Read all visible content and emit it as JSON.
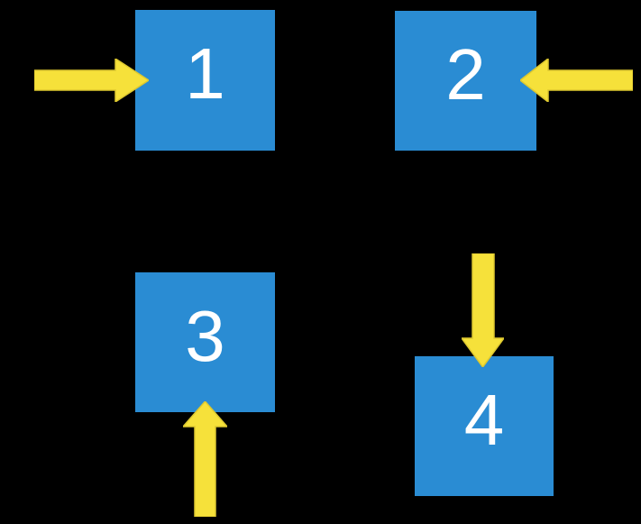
{
  "canvas": {
    "background": "#000000"
  },
  "colors": {
    "square_fill": "#2A8CD3",
    "arrow_fill": "#F6E13A",
    "arrow_stroke": "#DDC82F",
    "number_color": "#FFFFFF"
  },
  "squares": [
    {
      "label": "1",
      "arrow_direction": "right",
      "arrow_enters_from": "left"
    },
    {
      "label": "2",
      "arrow_direction": "left",
      "arrow_enters_from": "right"
    },
    {
      "label": "3",
      "arrow_direction": "up",
      "arrow_enters_from": "bottom"
    },
    {
      "label": "4",
      "arrow_direction": "down",
      "arrow_enters_from": "top"
    }
  ]
}
